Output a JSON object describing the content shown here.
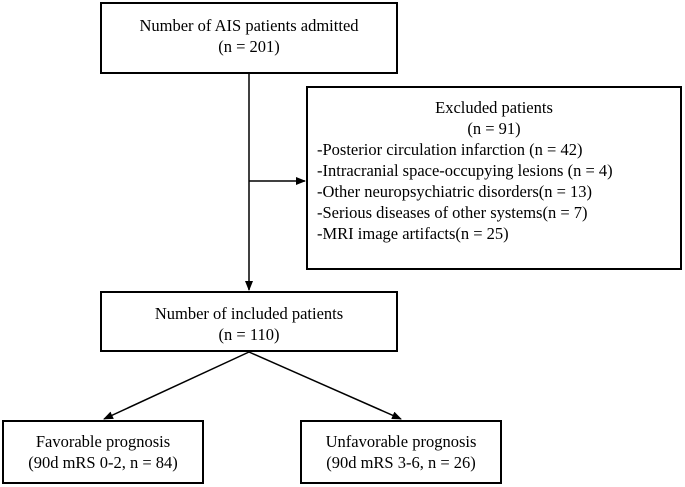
{
  "diagram": {
    "admitted": {
      "label": "Number of AIS patients admitted",
      "count": "(n = 201)"
    },
    "excluded": {
      "label": "Excluded patients",
      "count": "(n = 91)",
      "reasons": [
        "-Posterior circulation infarction (n = 42)",
        "-Intracranial space-occupying lesions (n = 4)",
        "-Other neuropsychiatric disorders(n = 13)",
        "-Serious diseases of other systems(n = 7)",
        "-MRI image artifacts(n = 25)"
      ]
    },
    "included": {
      "label": "Number of included patients",
      "count": "(n = 110)"
    },
    "favorable": {
      "label": "Favorable prognosis",
      "detail": "(90d mRS 0-2, n = 84)"
    },
    "unfavorable": {
      "label": "Unfavorable prognosis",
      "detail": "(90d mRS 3-6, n = 26)"
    }
  }
}
